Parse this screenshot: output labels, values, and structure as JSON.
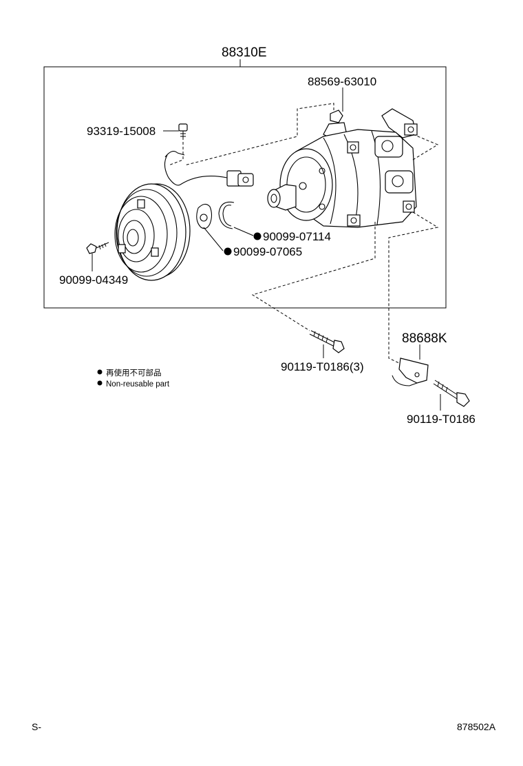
{
  "diagram": {
    "assembly_label": "88310E",
    "parts": [
      {
        "id": "bracket",
        "number": "88569-63010"
      },
      {
        "id": "screw",
        "number": "93319-15008"
      },
      {
        "id": "ring",
        "number": "90099-07114",
        "non_reusable": true
      },
      {
        "id": "shim",
        "number": "90099-07065",
        "non_reusable": true
      },
      {
        "id": "bolt-small",
        "number": "90099-04349"
      },
      {
        "id": "bolt-main",
        "number": "90119-T0186(3)"
      },
      {
        "id": "clamp",
        "number": "88688K"
      },
      {
        "id": "bolt-clamp",
        "number": "90119-T0186"
      }
    ],
    "legend": {
      "marker": "●",
      "jp": "再使用不可部品",
      "en": "Non-reusable part"
    }
  },
  "footer": {
    "left": "S-",
    "right": "878502A"
  }
}
